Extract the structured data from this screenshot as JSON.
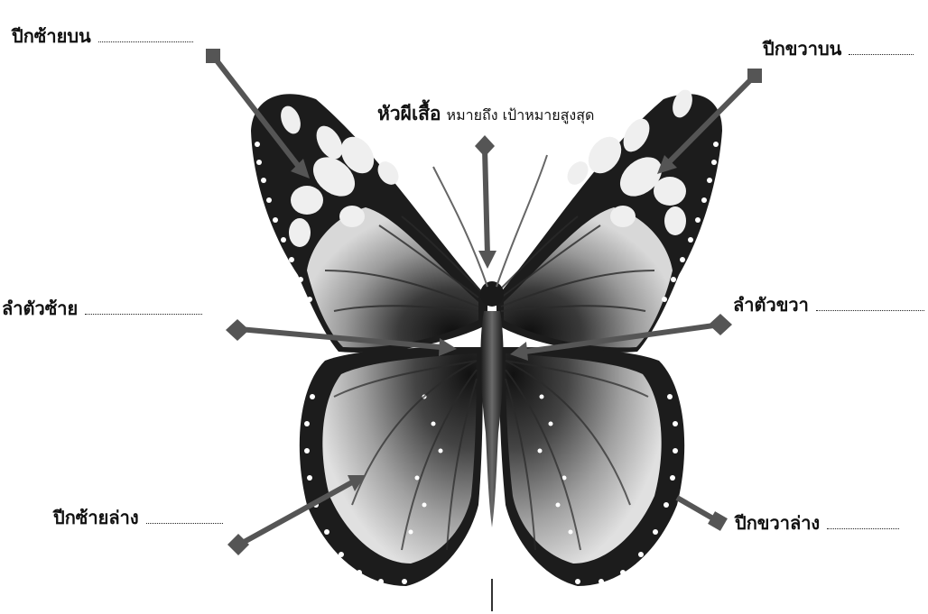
{
  "title": {
    "main": "หัวผีเสื้อ",
    "sub": "หมายถึง เป้าหมายสูงสุด"
  },
  "labels": {
    "upper_left_wing": "ปีกซ้ายบน",
    "upper_right_wing": "ปีกขวาบน",
    "left_body": "ลำตัวซ้าย",
    "right_body": "ลำตัวขวา",
    "lower_left_wing": "ปีกซ้ายล่าง",
    "lower_right_wing": "ปีกขวาล่าง"
  },
  "colors": {
    "arrow": "#555555",
    "wing_dark": "#1c1c1c",
    "wing_light": "#f2f2f2",
    "text": "#111111"
  }
}
